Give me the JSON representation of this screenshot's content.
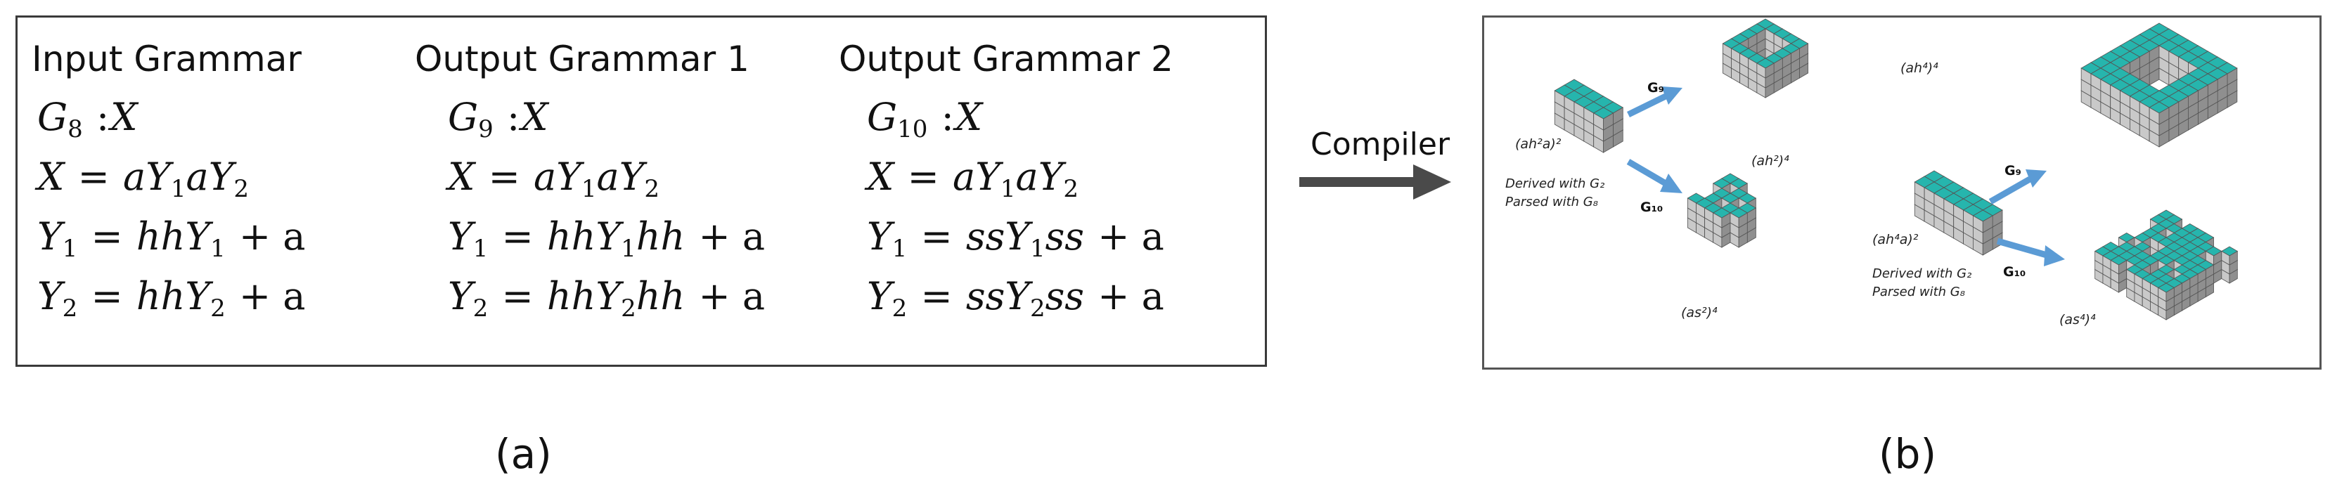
{
  "panel_a": {
    "headers": [
      "Input Grammar",
      "Output  Grammar 1",
      "Output  Grammar 2"
    ],
    "columns": [
      {
        "name": "G",
        "sub": "8",
        "rows": [
          {
            "lhs": "X",
            "lsub": "",
            "rhs": "aY",
            "r1": "1",
            "mid": "aY",
            "r2": "2",
            "tail": ""
          },
          {
            "lhs": "Y",
            "lsub": "1",
            "rhs": "hhY",
            "r1": "1",
            "mid": "",
            "r2": "",
            "tail": "+ a"
          },
          {
            "lhs": "Y",
            "lsub": "2",
            "rhs": "hhY",
            "r1": "2",
            "mid": "",
            "r2": "",
            "tail": "+ a"
          }
        ]
      },
      {
        "name": "G",
        "sub": "9",
        "rows": [
          {
            "lhs": "X",
            "lsub": "",
            "rhs": "aY",
            "r1": "1",
            "mid": "aY",
            "r2": "2",
            "tail": ""
          },
          {
            "lhs": "Y",
            "lsub": "1",
            "rhs": "hhY",
            "r1": "1",
            "mid": "hh",
            "r2": "",
            "tail": "+ a"
          },
          {
            "lhs": "Y",
            "lsub": "2",
            "rhs": "hhY",
            "r1": "2",
            "mid": "hh",
            "r2": "",
            "tail": "+ a"
          }
        ]
      },
      {
        "name": "G",
        "sub": "10",
        "rows": [
          {
            "lhs": "X",
            "lsub": "",
            "rhs": "aY",
            "r1": "1",
            "mid": "aY",
            "r2": "2",
            "tail": ""
          },
          {
            "lhs": "Y",
            "lsub": "1",
            "rhs": "ssY",
            "r1": "1",
            "mid": "ss",
            "r2": "",
            "tail": "+ a"
          },
          {
            "lhs": "Y",
            "lsub": "2",
            "rhs": "ssY",
            "r1": "2",
            "mid": "ss",
            "r2": "",
            "tail": "+ a"
          }
        ]
      }
    ],
    "start_symbol": "X"
  },
  "arrow_label": "Compiler",
  "panel_b": {
    "left_group": {
      "input_label": "(ah²a)²",
      "derived": "Derived with G₂",
      "parsed": "Parsed with G₈",
      "edge_top": "G₉",
      "edge_bottom": "G₁₀",
      "out_top": "(ah²)⁴",
      "out_bottom": "(as²)⁴"
    },
    "right_group": {
      "input_label": "(ah⁴a)²",
      "derived": "Derived with G₂",
      "parsed": "Parsed with G₈",
      "edge_top": "G₉",
      "edge_bottom": "G₁₀",
      "out_top": "(ah⁴)⁴",
      "out_bottom": "(as⁴)⁴"
    },
    "colors": {
      "top": "#26b5ad",
      "side_light": "#c9c9c9",
      "side_dark": "#8f8f8f",
      "arrow": "#5b9bd5"
    }
  },
  "captions": {
    "a": "(a)",
    "b": "(b)"
  }
}
